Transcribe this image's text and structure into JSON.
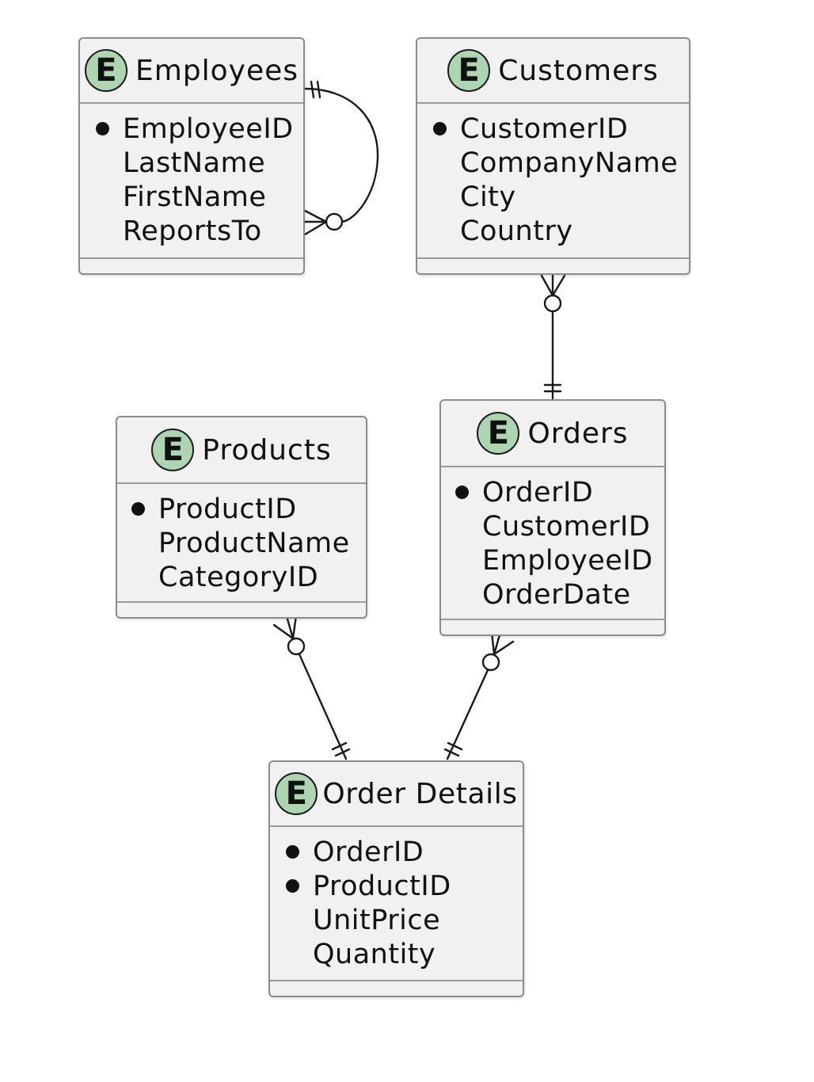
{
  "diagram": {
    "entities": {
      "employees": {
        "badge": "E",
        "title": "Employees",
        "attributes": [
          {
            "name": "EmployeeID",
            "primary_key": true
          },
          {
            "name": "LastName",
            "primary_key": false
          },
          {
            "name": "FirstName",
            "primary_key": false
          },
          {
            "name": "ReportsTo",
            "primary_key": false
          }
        ]
      },
      "customers": {
        "badge": "E",
        "title": "Customers",
        "attributes": [
          {
            "name": "CustomerID",
            "primary_key": true
          },
          {
            "name": "CompanyName",
            "primary_key": false
          },
          {
            "name": "City",
            "primary_key": false
          },
          {
            "name": "Country",
            "primary_key": false
          }
        ]
      },
      "products": {
        "badge": "E",
        "title": "Products",
        "attributes": [
          {
            "name": "ProductID",
            "primary_key": true
          },
          {
            "name": "ProductName",
            "primary_key": false
          },
          {
            "name": "CategoryID",
            "primary_key": false
          }
        ]
      },
      "orders": {
        "badge": "E",
        "title": "Orders",
        "attributes": [
          {
            "name": "OrderID",
            "primary_key": true
          },
          {
            "name": "CustomerID",
            "primary_key": false
          },
          {
            "name": "EmployeeID",
            "primary_key": false
          },
          {
            "name": "OrderDate",
            "primary_key": false
          }
        ]
      },
      "order_details": {
        "badge": "E",
        "title": "Order Details",
        "attributes": [
          {
            "name": "OrderID",
            "primary_key": true
          },
          {
            "name": "ProductID",
            "primary_key": true
          },
          {
            "name": "UnitPrice",
            "primary_key": false
          },
          {
            "name": "Quantity",
            "primary_key": false
          }
        ]
      }
    },
    "relationships": [
      {
        "from": "employees",
        "to": "employees",
        "from_cardinality": "exactly-one",
        "to_cardinality": "zero-or-many"
      },
      {
        "from": "orders",
        "to": "customers",
        "from_cardinality": "exactly-one",
        "to_cardinality": "zero-or-many"
      },
      {
        "from": "order_details",
        "to": "products",
        "from_cardinality": "exactly-one",
        "to_cardinality": "zero-or-many"
      },
      {
        "from": "order_details",
        "to": "orders",
        "from_cardinality": "exactly-one",
        "to_cardinality": "zero-or-many"
      }
    ],
    "colors": {
      "entity_fill": "#f1f1f1",
      "entity_border": "#8c8c8c",
      "badge_fill": "#aed5b2",
      "line": "#1a1a1a"
    }
  }
}
